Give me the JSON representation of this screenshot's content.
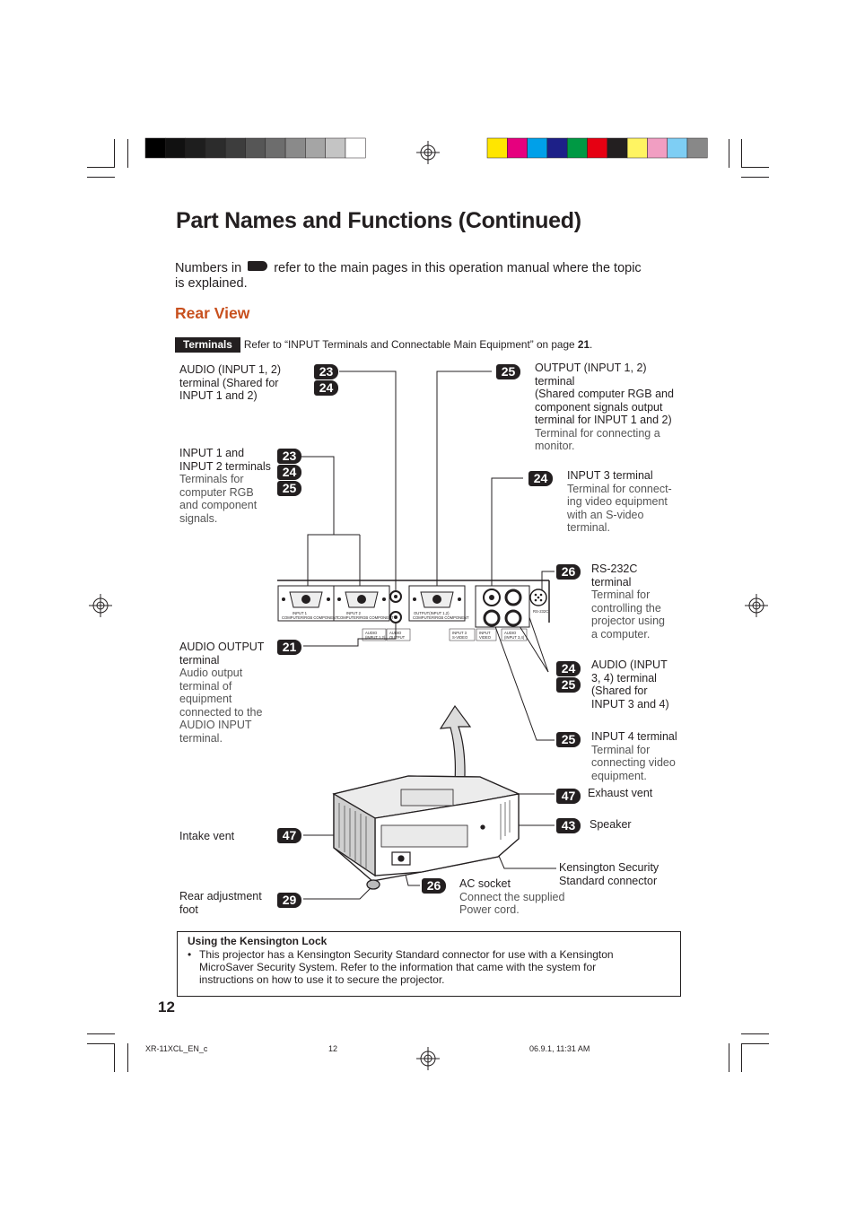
{
  "print_marks": {
    "gray_steps": [
      "#000000",
      "#111111",
      "#1e1e1e",
      "#2c2c2c",
      "#3d3d3d",
      "#565656",
      "#6d6d6d",
      "#8a8a8a",
      "#a5a5a5",
      "#c4c4c4",
      "#ffffff"
    ],
    "color_steps": [
      "#ffe600",
      "#e6007e",
      "#00a0e9",
      "#1d2088",
      "#009944",
      "#e60012",
      "#231f20",
      "#fff462",
      "#f19ec2",
      "#7ecef4",
      "#888888"
    ]
  },
  "header": {
    "title": "Part Names and Functions (Continued)",
    "intro_before": "Numbers in",
    "intro_after": "refer to the main pages in this operation manual where the topic",
    "intro_line2": "is explained."
  },
  "section": {
    "title": "Rear View",
    "terminals_tag": "Terminals",
    "terminals_text": "Refer to “INPUT Terminals and Connectable Main Equipment” on page ",
    "terminals_page": "21",
    "terminals_period": "."
  },
  "callouts": {
    "audio_in12": {
      "lines": [
        "AUDIO (INPUT 1, 2)",
        "terminal (Shared for",
        "INPUT 1 and 2)"
      ],
      "pages": [
        "23",
        "24"
      ]
    },
    "input12": {
      "lines": [
        "INPUT 1 and",
        "INPUT 2 terminals"
      ],
      "desc": [
        "Terminals for",
        "computer RGB",
        "and component",
        "signals."
      ],
      "pages": [
        "23",
        "24",
        "25"
      ]
    },
    "audio_out": {
      "lines": [
        "AUDIO OUTPUT",
        "terminal"
      ],
      "desc": [
        "Audio output",
        "terminal of",
        "equipment",
        "connected to the",
        "AUDIO INPUT",
        "terminal."
      ],
      "pages": [
        "21"
      ]
    },
    "output": {
      "lines": [
        "OUTPUT (INPUT 1, 2)",
        "terminal",
        "(Shared computer RGB and",
        "component signals output",
        "terminal for INPUT 1 and 2)"
      ],
      "desc": [
        "Terminal for connecting a",
        "monitor."
      ],
      "pages": [
        "25"
      ]
    },
    "input3": {
      "lines": [
        "INPUT 3 terminal"
      ],
      "desc": [
        "Terminal for connect-",
        "ing video equipment",
        "with an S-video",
        "terminal."
      ],
      "pages": [
        "24"
      ]
    },
    "rs232c": {
      "lines": [
        "RS-232C",
        "terminal"
      ],
      "desc": [
        "Terminal for",
        "controlling the",
        "projector using",
        "a computer."
      ],
      "pages": [
        "26"
      ]
    },
    "audio_in34": {
      "lines": [
        "AUDIO (INPUT",
        "3, 4) terminal",
        "(Shared for",
        "INPUT 3 and 4)"
      ],
      "pages": [
        "24",
        "25"
      ]
    },
    "input4": {
      "lines": [
        "INPUT 4 terminal"
      ],
      "desc": [
        "Terminal for",
        "connecting video",
        "equipment."
      ],
      "pages": [
        "25"
      ]
    },
    "exhaust": {
      "lines": [
        "Exhaust vent"
      ],
      "pages": [
        "47"
      ]
    },
    "speaker": {
      "lines": [
        "Speaker"
      ],
      "pages": [
        "43"
      ]
    },
    "kensington": {
      "lines": [
        "Kensington Security",
        "Standard connector"
      ]
    },
    "intake": {
      "lines": [
        "Intake vent"
      ],
      "pages": [
        "47"
      ]
    },
    "ac_socket": {
      "lines": [
        "AC socket"
      ],
      "desc": [
        "Connect the supplied",
        "Power cord."
      ],
      "pages": [
        "26"
      ]
    },
    "rear_foot": {
      "lines": [
        "Rear adjustment",
        "foot"
      ],
      "pages": [
        "29"
      ]
    }
  },
  "panel_labels": {
    "input1": "INPUT 1",
    "input2": "INPUT 2",
    "computer_rgb": "COMPUTER/RGB COMPONENT",
    "output": "OUTPUT(INPUT 1,2)",
    "output_sub": "COMPUTER/RGB COMPONENT",
    "audio_in12": "AUDIO",
    "audio_in12_sub": "(INPUT 1,2)",
    "audio_out": "AUDIO",
    "audio_out_sub": "OUTPUT",
    "input3": "INPUT 3",
    "input3_sub": "S-VIDEO",
    "input4": "INPUT",
    "input4_sub": "VIDEO",
    "audio34": "AUDIO",
    "audio34_sub": "(INPUT 3,4)",
    "rs232c": "RS-232C"
  },
  "note": {
    "heading": "Using the Kensington Lock",
    "bullet": "•",
    "lines": [
      "This projector has a Kensington Security Standard connector for use with a Kensington",
      "MicroSaver Security System. Refer to the information that came with the system for",
      "instructions on how to use it to secure the projector."
    ]
  },
  "footer": {
    "page_number": "12",
    "file": "XR-11XCL_EN_c",
    "page_small": "12",
    "date": "06.9.1, 11:31 AM"
  }
}
